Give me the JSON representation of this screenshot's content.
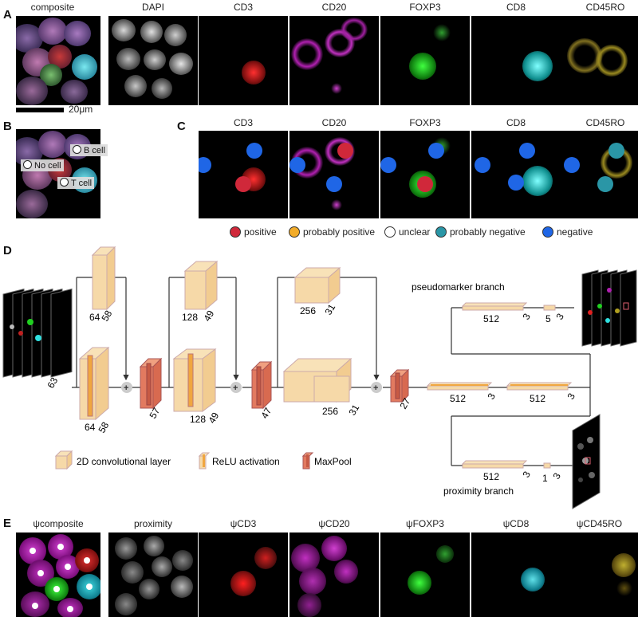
{
  "panel_letters": {
    "a": "A",
    "b": "B",
    "c": "C",
    "d": "D",
    "e": "E"
  },
  "panel_a": {
    "channels": [
      "composite",
      "DAPI",
      "CD3",
      "CD20",
      "FOXP3",
      "CD8",
      "CD45RO"
    ],
    "scale_bar": "20μm"
  },
  "panel_b": {
    "tags": [
      "B cell",
      "No cell",
      "T cell"
    ]
  },
  "panel_c": {
    "channels": [
      "CD3",
      "CD20",
      "FOXP3",
      "CD8",
      "CD45RO"
    ],
    "legend": [
      {
        "label": "positive",
        "color": "#d0283a"
      },
      {
        "label": "probably positive",
        "color": "#f2ac2a"
      },
      {
        "label": "unclear",
        "color": "#ffffff"
      },
      {
        "label": "probably negative",
        "color": "#2a96a6"
      },
      {
        "label": "negative",
        "color": "#1f66e6"
      }
    ]
  },
  "panel_d": {
    "input_channels": "63",
    "blocks": [
      {
        "w": "64",
        "h": "58"
      },
      {
        "w": "64",
        "h": "58"
      },
      {
        "w": "",
        "h": "57"
      },
      {
        "w": "128",
        "h": "49"
      },
      {
        "w": "128",
        "h": "49"
      },
      {
        "w": "",
        "h": "47"
      },
      {
        "w": "256",
        "h": "31"
      },
      {
        "w": "256",
        "h": "31"
      },
      {
        "w": "",
        "h": "27"
      }
    ],
    "pseudomarker_branch": {
      "title": "pseudomarker branch",
      "a": "512",
      "b": "3",
      "c": "5",
      "d": "3"
    },
    "trunk": {
      "a": "512",
      "b": "3",
      "c": "512",
      "d": "3"
    },
    "proximity_branch": {
      "title": "proximity branch",
      "a": "512",
      "b": "3",
      "c": "1",
      "d": "3"
    },
    "legend": [
      "2D convolutional layer",
      "ReLU activation",
      "MaxPool"
    ]
  },
  "panel_e": {
    "channels": [
      "ψcomposite",
      "proximity",
      "ψCD3",
      "ψCD20",
      "ψFOXP3",
      "ψCD8",
      "ψCD45RO"
    ]
  },
  "colors": {
    "conv": "#f6d9a8",
    "relu": "#f0a640",
    "maxpool": "#e27a60",
    "plus": "#cccccc"
  }
}
